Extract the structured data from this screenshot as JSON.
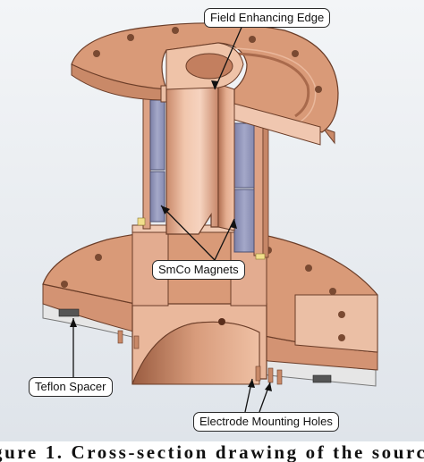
{
  "labels": {
    "field_edge": "Field Enhancing Edge",
    "magnets": "SmCo Magnets",
    "spacer": "Teflon Spacer",
    "holes": "Electrode Mounting Holes"
  },
  "caption": "gure 1. Cross-section drawing of the sourc",
  "colors": {
    "copper_top": "#d99a78",
    "copper_face": "#e9b79c",
    "copper_shadow": "#b87758",
    "magnet": "#8f93b8",
    "teflon": "#e8e8e8",
    "background": "#e6ebf0"
  }
}
